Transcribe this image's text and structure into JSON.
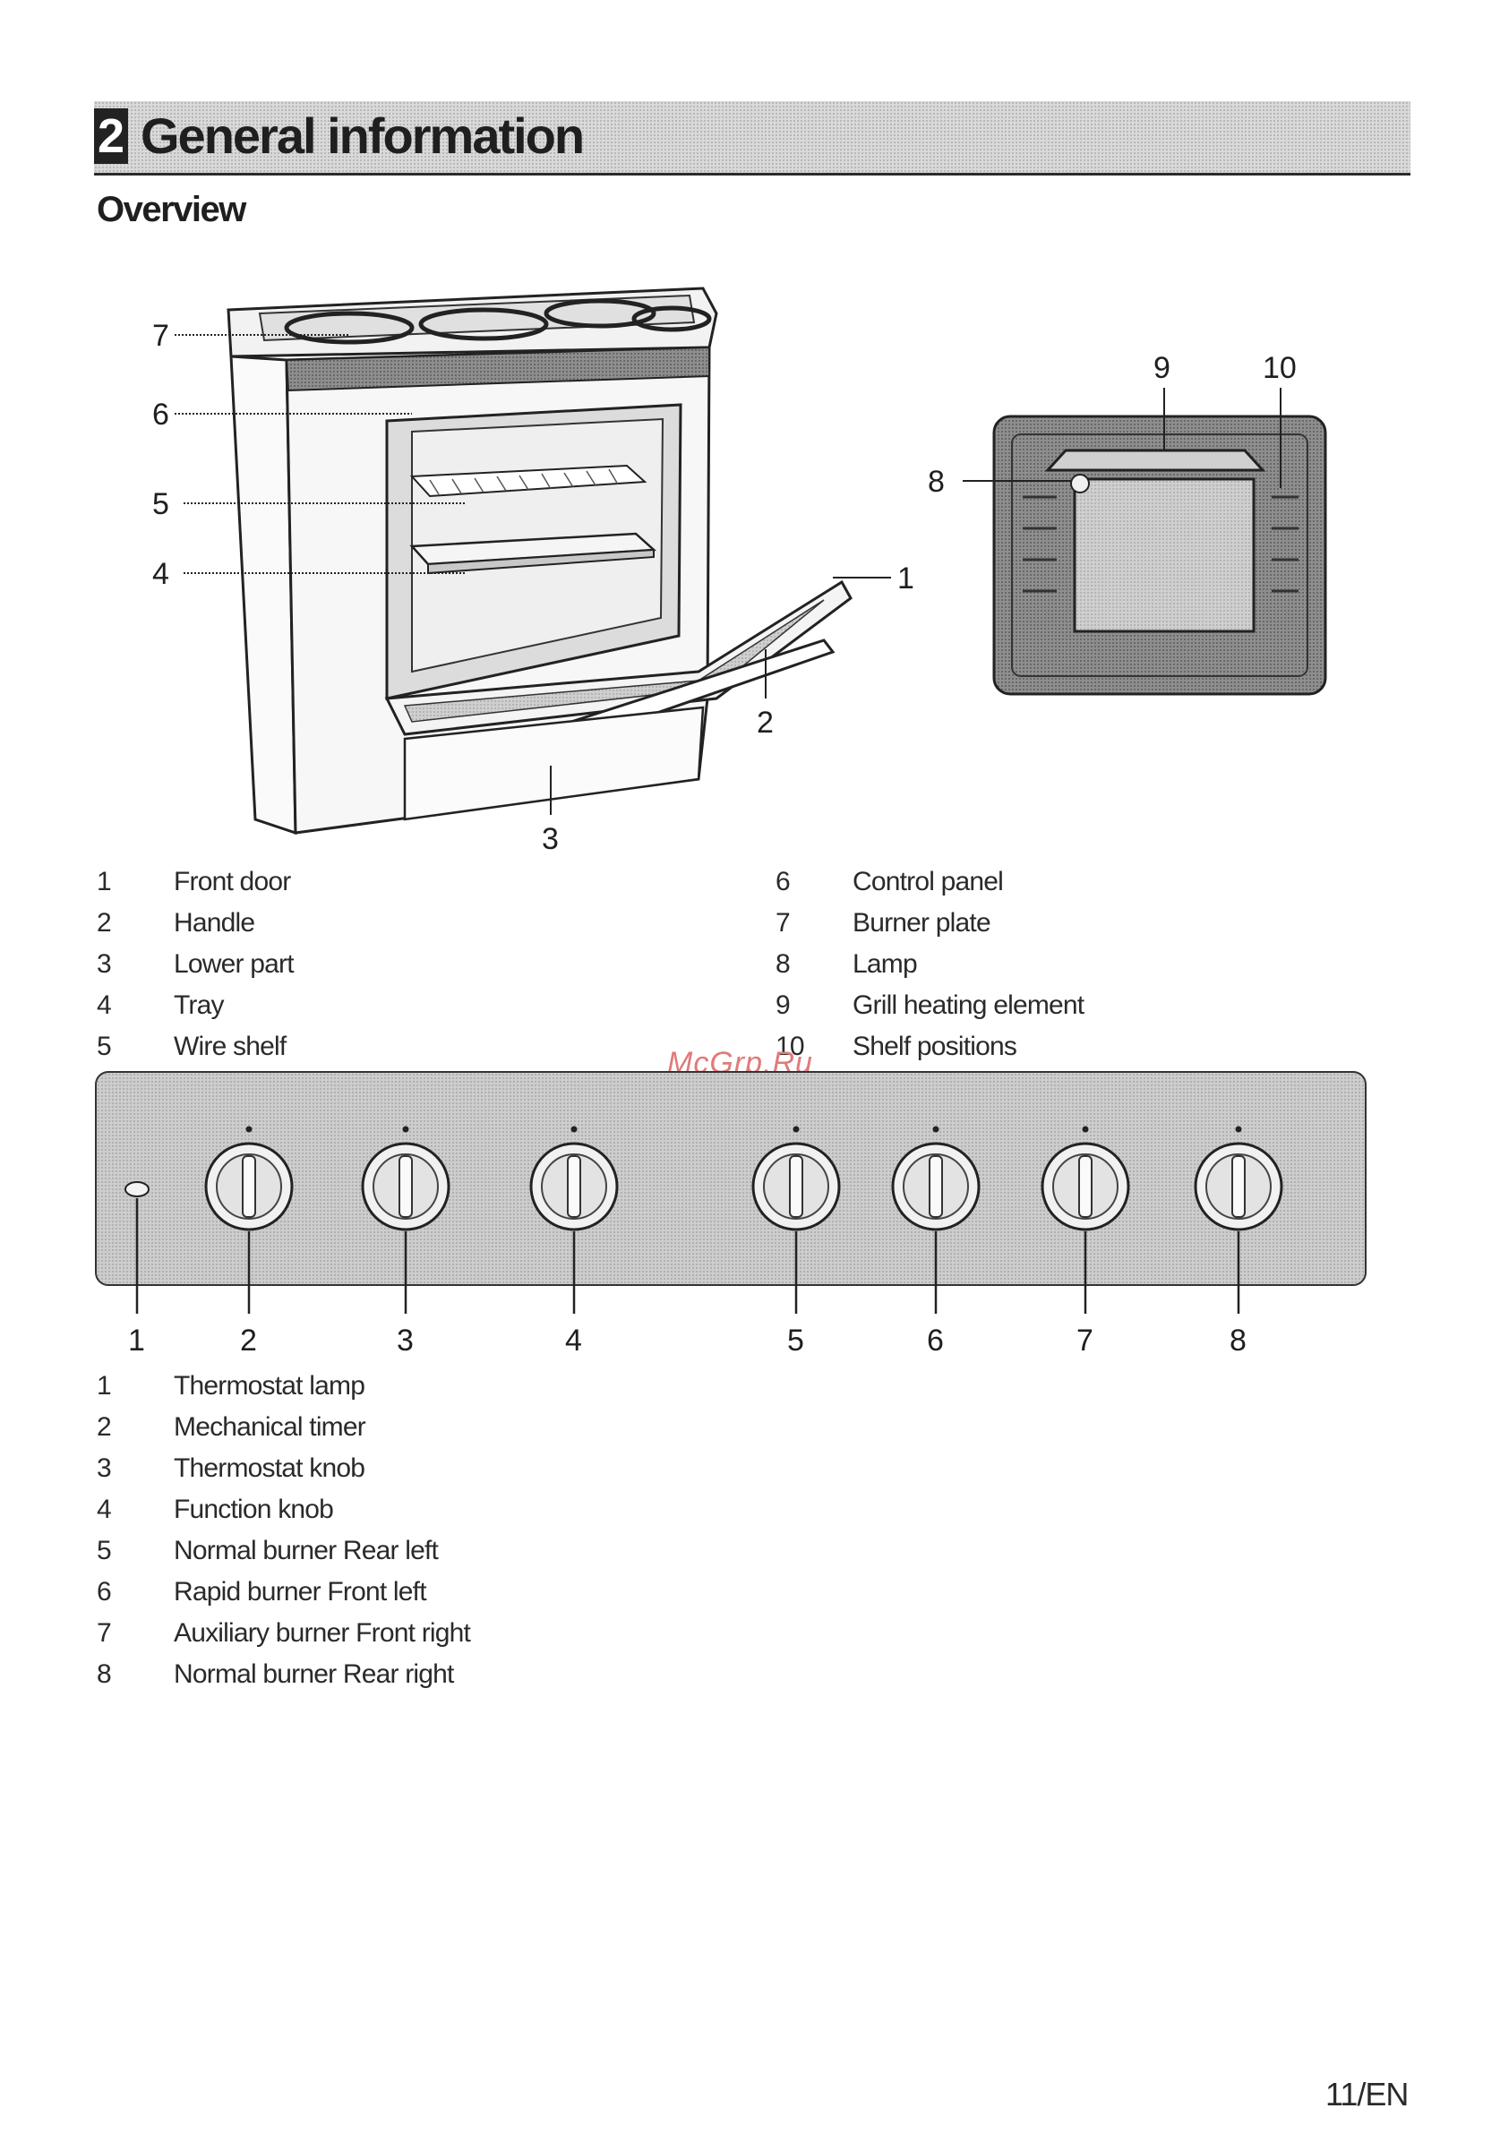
{
  "header": {
    "chapter_number": "2",
    "chapter_title": "General information"
  },
  "section": {
    "title": "Overview"
  },
  "oven_figure": {
    "callouts_left": [
      "7",
      "6",
      "5",
      "4"
    ],
    "callouts_right": [
      "1",
      "2",
      "3"
    ],
    "interior_callouts": [
      "9",
      "10",
      "8"
    ]
  },
  "overview_legend": {
    "left": [
      {
        "num": "1",
        "label": "Front door"
      },
      {
        "num": "2",
        "label": "Handle"
      },
      {
        "num": "3",
        "label": "Lower part"
      },
      {
        "num": "4",
        "label": "Tray"
      },
      {
        "num": "5",
        "label": "Wire shelf"
      }
    ],
    "right": [
      {
        "num": "6",
        "label": "Control panel"
      },
      {
        "num": "7",
        "label": "Burner plate"
      },
      {
        "num": "8",
        "label": "Lamp"
      },
      {
        "num": "9",
        "label": "Grill heating element"
      },
      {
        "num": "10",
        "label": "Shelf positions"
      }
    ]
  },
  "watermark": "McGrp.Ru",
  "control_panel": {
    "callouts": [
      "1",
      "2",
      "3",
      "4",
      "5",
      "6",
      "7",
      "8"
    ]
  },
  "control_legend": [
    {
      "num": "1",
      "label": "Thermostat lamp"
    },
    {
      "num": "2",
      "label": "Mechanical timer"
    },
    {
      "num": "3",
      "label": "Thermostat knob"
    },
    {
      "num": "4",
      "label": "Function knob"
    },
    {
      "num": "5",
      "label": "Normal burner Rear left"
    },
    {
      "num": "6",
      "label": "Rapid burner Front left"
    },
    {
      "num": "7",
      "label": "Auxiliary burner Front right"
    },
    {
      "num": "8",
      "label": "Normal burner Rear right"
    }
  ],
  "footer": {
    "page_number": "11/EN"
  }
}
